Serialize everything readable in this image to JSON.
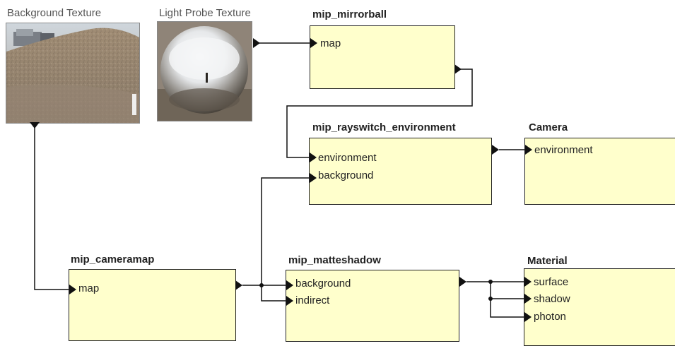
{
  "textures": {
    "background": {
      "label": "Background Texture"
    },
    "probe": {
      "label": "Light Probe Texture"
    }
  },
  "nodes": {
    "mirrorball": {
      "title": "mip_mirrorball",
      "ports": [
        "map"
      ]
    },
    "rayswitch": {
      "title": "mip_rayswitch_environment",
      "ports": [
        "environment",
        "background"
      ]
    },
    "camera": {
      "title": "Camera",
      "ports": [
        "environment"
      ]
    },
    "cameramap": {
      "title": "mip_cameramap",
      "ports": [
        "map"
      ]
    },
    "matteshadow": {
      "title": "mip_matteshadow",
      "ports": [
        "background",
        "indirect"
      ]
    },
    "material": {
      "title": "Material",
      "ports": [
        "surface",
        "shadow",
        "photon"
      ]
    }
  },
  "colors": {
    "node_fill": "#ffffcc",
    "line": "#111111"
  }
}
